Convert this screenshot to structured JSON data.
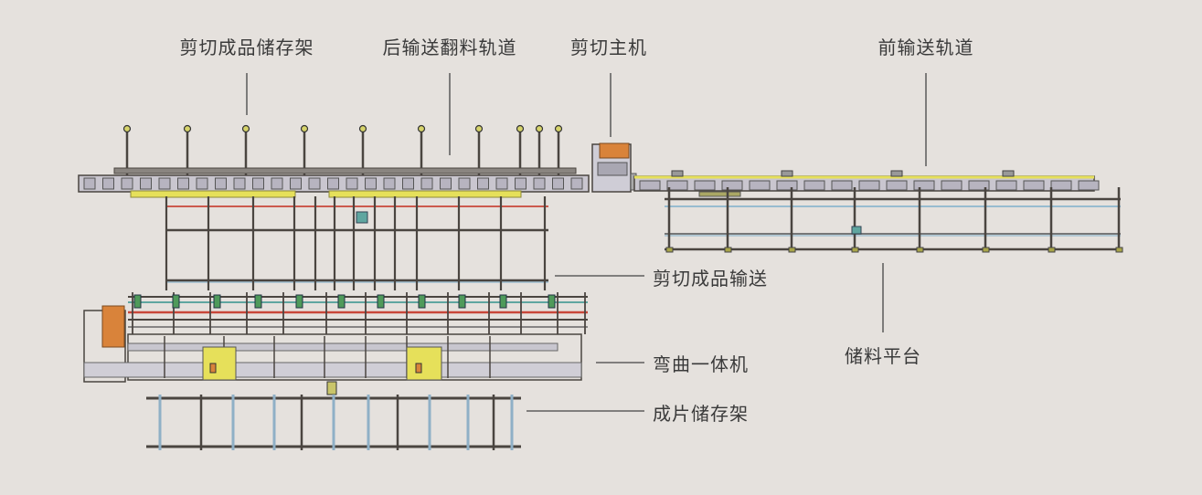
{
  "labels": {
    "shear_product_storage_rack": "剪切成品储存架",
    "rear_conveying_flip_track": "后输送翻料轨道",
    "shear_main_machine": "剪切主机",
    "front_conveying_track": "前输送轨道",
    "shear_product_conveying": "剪切成品输送",
    "material_storage_platform": "储料平台",
    "bending_integrated_machine": "弯曲一体机",
    "sheet_storage_rack": "成片储存架"
  },
  "colors": {
    "background": "#e5e1dd",
    "frame": "#4a4540",
    "rail_fill": "#c9c6cf",
    "yellow": "#e6e05a",
    "orange": "#d9833a",
    "red": "#c8473a",
    "teal": "#5fa6a0",
    "blue": "#7fb0cc",
    "leader": "#444444"
  }
}
